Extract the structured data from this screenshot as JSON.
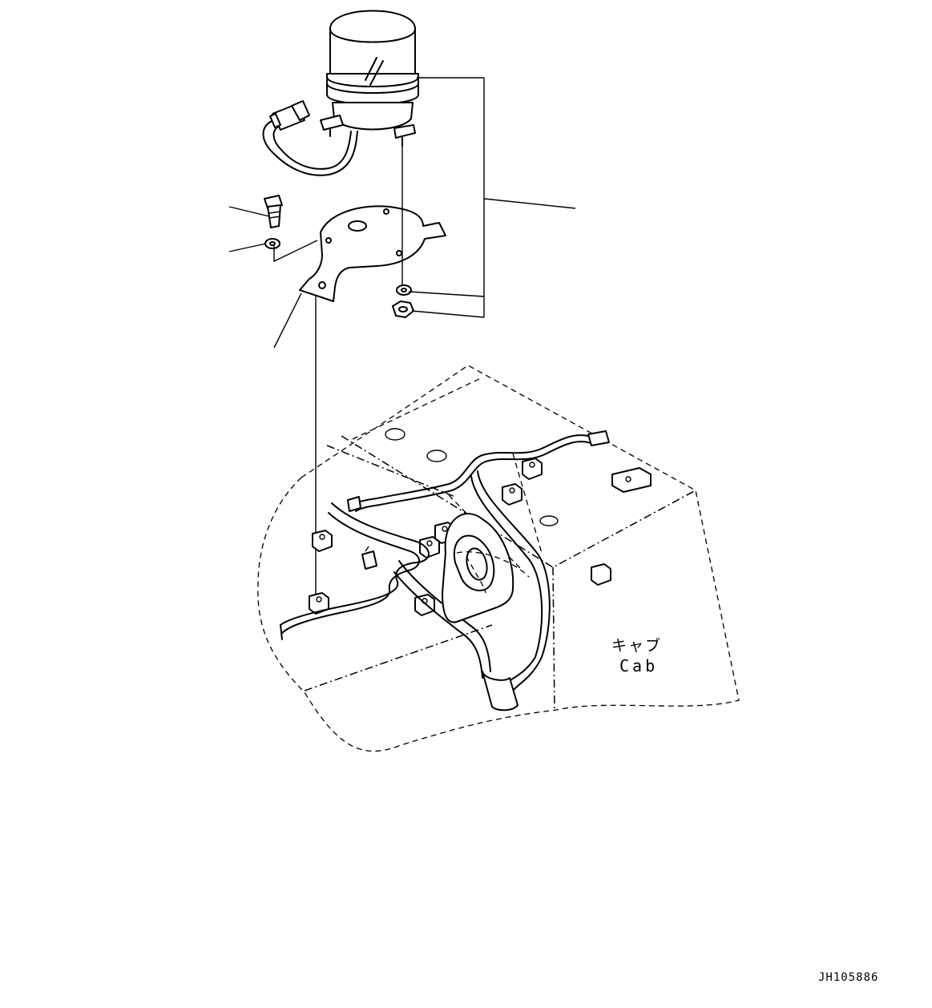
{
  "labels": {
    "cab_jp": "キャブ",
    "cab_en": "Cab",
    "drawing_code": "JH105886"
  }
}
